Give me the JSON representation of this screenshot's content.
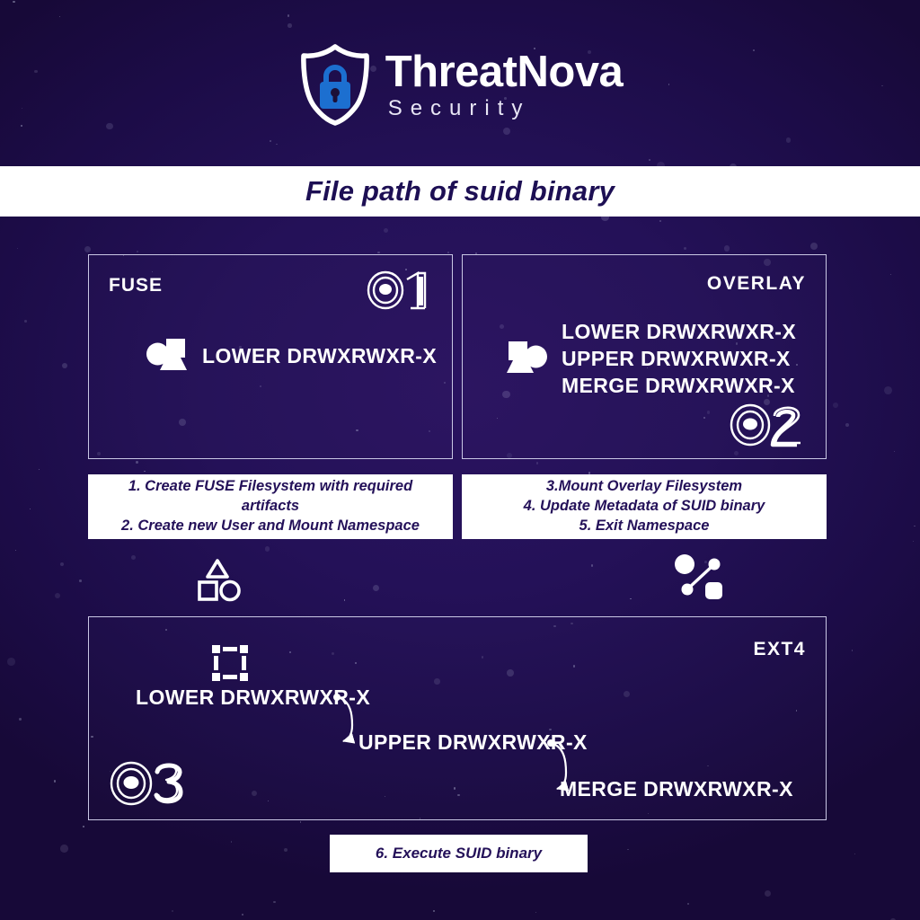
{
  "brand": {
    "title": "ThreatNova",
    "subtitle": "Security",
    "logo_icon": "shield-lock-icon",
    "accent_blue": "#1c6fd0",
    "background_navy": "#241158"
  },
  "page_title": "File path of suid binary",
  "panels": [
    {
      "id": "fuse",
      "filesystem_label": "FUSE",
      "badge": "01",
      "icon": "circle-triangle-square-icon",
      "lines": [
        "LOWER DRWXRWXR-X"
      ]
    },
    {
      "id": "overlay",
      "filesystem_label": "OVERLAY",
      "badge": "02",
      "icon": "square-triangle-circle-icon",
      "lines": [
        "LOWER DRWXRWXR-X",
        "UPPER DRWXRWXR-X",
        "MERGE DRWXRWXR-X"
      ]
    },
    {
      "id": "ext4",
      "filesystem_label": "EXT4",
      "badge": "03",
      "icon": "dashed-selection-frame-icon",
      "lines": [
        "LOWER DRWXRWXR-X",
        "UPPER DRWXRWXR-X",
        "MERGE DRWXRWXR-X"
      ]
    }
  ],
  "captions": [
    {
      "id": "caption-fuse",
      "text": "1. Create FUSE Filesystem with required artifacts\n2. Create new User and Mount Namespace",
      "line1": "1. Create FUSE Filesystem with required",
      "line2": "artifacts",
      "line3": "2. Create new User and Mount Namespace"
    },
    {
      "id": "caption-overlay",
      "line1": "3.Mount Overlay Filesystem",
      "line2": "4. Update Metadata of SUID binary",
      "line3": "5. Exit Namespace"
    },
    {
      "id": "caption-execute",
      "line1": "6. Execute SUID binary"
    }
  ],
  "connector_icons": [
    {
      "id": "shapes-icon",
      "name": "triangle-square-circle-icon"
    },
    {
      "id": "network-icon",
      "name": "node-link-network-icon"
    }
  ]
}
